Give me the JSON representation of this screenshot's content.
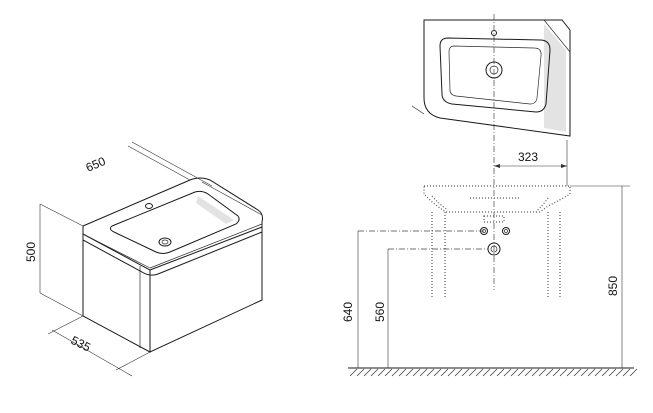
{
  "dimensions": {
    "width": "650",
    "height": "500",
    "depth": "535",
    "offset": "323",
    "total_height": "850",
    "height_a": "640",
    "height_b": "560"
  },
  "colors": {
    "line": "#1a1a1a",
    "shade": "#e3e3e3"
  }
}
